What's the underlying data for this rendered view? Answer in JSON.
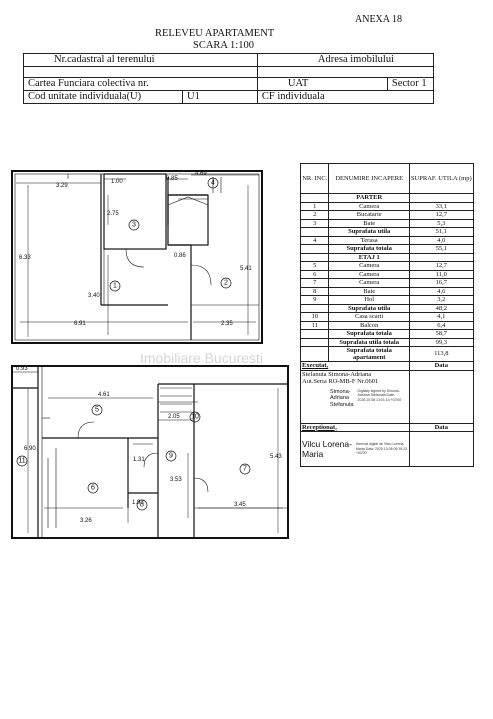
{
  "header": {
    "annex": "ANEXA 18",
    "title": "RELEVEU APARTAMENT",
    "scale": "SCARA 1:100"
  },
  "info_table": {
    "row1_left": "Nr.cadastral al terenului",
    "row1_right": "Adresa imobilului",
    "row2_left": "Cartea Funciara colectiva nr.",
    "row2_mid": "UAT",
    "row2_right": "Sector 1",
    "row3_left": "Cod unitate individuala(U)",
    "row3_code": "U1",
    "row3_mid": "CF individuala"
  },
  "ground_floor_plan": {
    "dims": [
      "3.29",
      "1.00",
      "0.85",
      "4.69",
      "2.75",
      "6.33",
      "0.86",
      "5.41",
      "3.40",
      "6.91",
      "2.35"
    ],
    "rooms": [
      "1",
      "2",
      "3",
      "4"
    ]
  },
  "upper_floor_plan": {
    "dims": [
      "0.93",
      "4.61",
      "2.05",
      "6.90",
      "1.31",
      "5.43",
      "3.53",
      "1.92",
      "3.26",
      "3.45"
    ],
    "rooms": [
      "5",
      "6",
      "7",
      "8",
      "9",
      "10",
      "11"
    ]
  },
  "watermark": "Imobiliare Bucuresti",
  "rooms_table": {
    "head": {
      "nr": "NR. INC.",
      "name": "DENUMIRE INCAPERE",
      "area": "SUPRAF. UTILA (mp)"
    },
    "ground_label": "PARTER",
    "ground_rows": [
      {
        "nr": "1",
        "name": "Camera",
        "area": "33,1"
      },
      {
        "nr": "2",
        "name": "Bucatarie",
        "area": "12,7"
      },
      {
        "nr": "3",
        "name": "Baie",
        "area": "5,3"
      }
    ],
    "ground_useful": {
      "name": "Suprafata utila",
      "area": "51,1"
    },
    "terrace": {
      "nr": "4",
      "name": "Terasa",
      "area": "4,0"
    },
    "ground_total": {
      "name": "Suprafata totala",
      "area": "55,1"
    },
    "floor_label": "ETAJ 1",
    "floor_rows": [
      {
        "nr": "5",
        "name": "Camera",
        "area": "12,7"
      },
      {
        "nr": "6",
        "name": "Camera",
        "area": "11,0"
      },
      {
        "nr": "7",
        "name": "Camera",
        "area": "16,7"
      },
      {
        "nr": "8",
        "name": "Baie",
        "area": "4,6"
      },
      {
        "nr": "9",
        "name": "Hol",
        "area": "3,2"
      }
    ],
    "floor_useful": {
      "name": "Suprafata utila",
      "area": "48,2"
    },
    "floor_extra": [
      {
        "nr": "10",
        "name": "Casa scarii",
        "area": "4,1"
      },
      {
        "nr": "11",
        "name": "Balcon",
        "area": "6,4"
      }
    ],
    "floor_total": {
      "name": "Suprafata totala",
      "area": "58,7"
    },
    "useful_apartment": {
      "name": "Suprafata utila totala",
      "area": "99,3"
    },
    "total_apartment": {
      "name": "Suprafata totala apartament",
      "area": "113,8"
    },
    "executed_label": "Executat,",
    "date_label": "Data",
    "executor_name": "Stefanuta Simona-Adriana",
    "executor_auth": "Aut.Seria RO-MB-F Nr.0601",
    "executor_sig": [
      "Simona-",
      "Adriana",
      "Stefanuta"
    ],
    "executor_stamp": "Digitally signed by Simona-Adriana Stefanuta Date: 2025.10.08 13:01:14 +03'00'",
    "received_label": "Receptionat,",
    "date_label2": "Data",
    "receiver_sig": [
      "Vilcu Lorena-",
      "Maria"
    ],
    "receiver_stamp": "Semnat digital de Vilcu Lorena-Maria Data: 2025.10.08 09:15:23 +03'00'"
  }
}
